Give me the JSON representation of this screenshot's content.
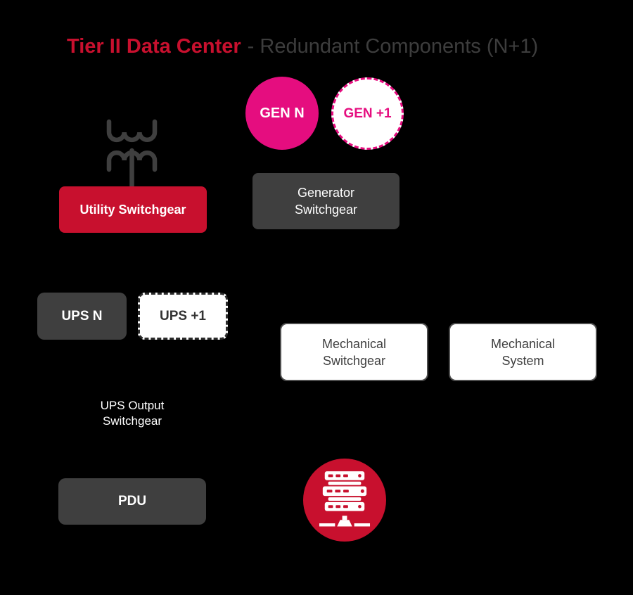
{
  "title": {
    "highlight": "Tier II Data Center",
    "rest": "- Redundant Components (N+1)"
  },
  "colors": {
    "crimson": "#C8102E",
    "magenta": "#E50D7F",
    "dark_gray": "#3F3F3F",
    "title_gray": "#3D3D3D",
    "border_gray": "#4D4D4D",
    "dash_dark": "#2B2B2B",
    "white": "#FFFFFF",
    "background": "#000000"
  },
  "generators": {
    "primary": "GEN N",
    "redundant": "GEN +1"
  },
  "switchgear": {
    "utility": "Utility Switchgear",
    "generator": {
      "line1": "Generator",
      "line2": "Switchgear"
    },
    "mechanical": {
      "line1": "Mechanical",
      "line2": "Switchgear"
    },
    "mechanical_system": {
      "line1": "Mechanical",
      "line2": "System"
    },
    "ups_output": {
      "line1": "UPS Output",
      "line2": "Switchgear"
    }
  },
  "ups": {
    "primary": "UPS N",
    "redundant": "UPS +1"
  },
  "pdu": {
    "label": "PDU"
  },
  "icons": {
    "transformer": "utility-transformer-icon",
    "server_rack": "server-rack-icon"
  }
}
